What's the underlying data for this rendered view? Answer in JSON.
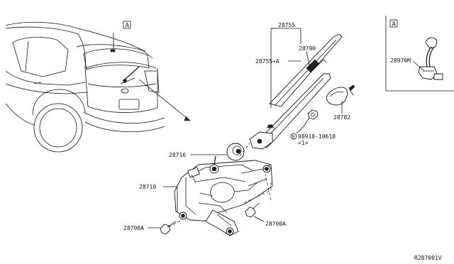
{
  "labels": {
    "p28755": "28755",
    "p28755a": "28755+A",
    "p28790": "28790",
    "p28782": "28782",
    "p08918": "08918-10610",
    "p08918_qty": "<1>",
    "p08918_prefix": "N",
    "p28716": "28716",
    "p28710": "28710",
    "p28700a_left": "28700A",
    "p28700a_right": "28700A",
    "p28970m": "28970M",
    "view_ref_main": "A",
    "view_ref_inset": "A",
    "diagram_code": "R287001V"
  }
}
